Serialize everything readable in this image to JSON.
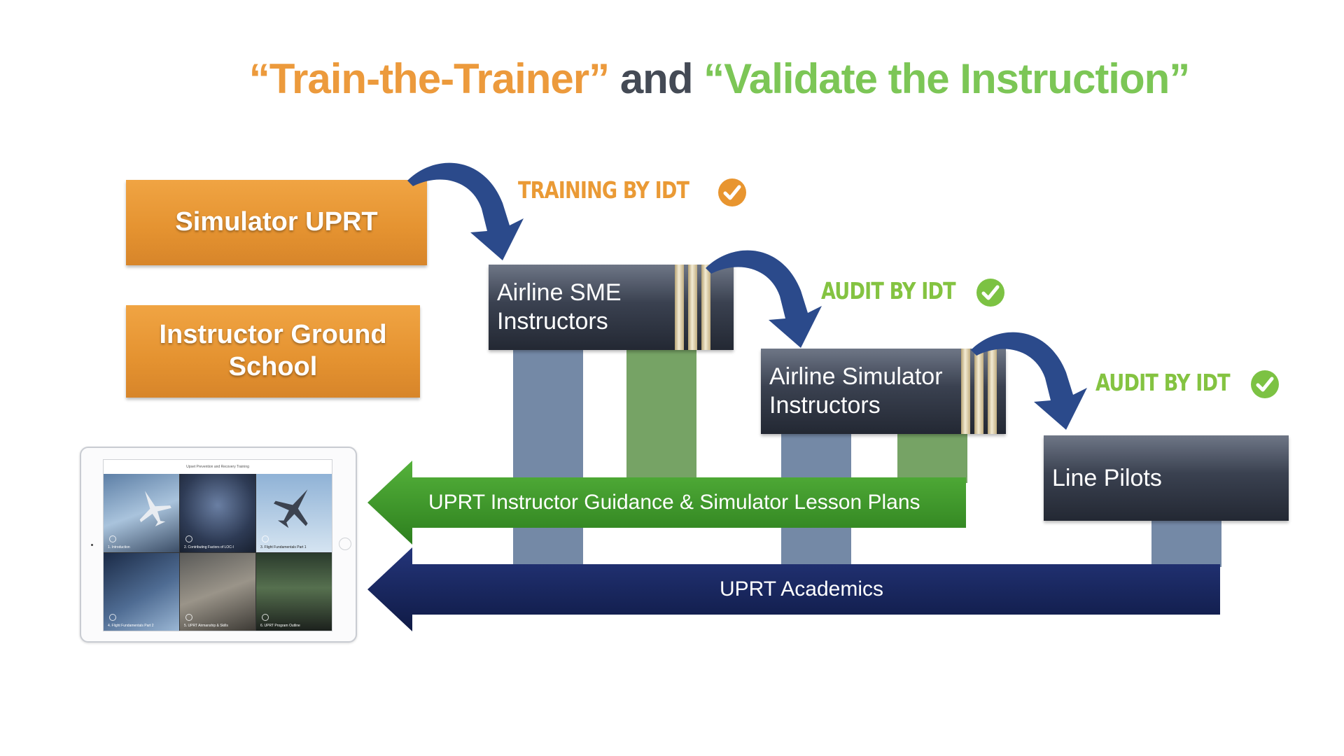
{
  "title": {
    "part1": "“Train-the-Trainer”",
    "part2": "and",
    "part3": "“Validate the Instruction”",
    "color1": "#ec9a3c",
    "color2": "#444a55",
    "color3": "#7cc656"
  },
  "boxes": {
    "simulator_uprt": "Simulator UPRT",
    "ground_school_line1": "Instructor Ground",
    "ground_school_line2": "School",
    "sme_line1": "Airline SME",
    "sme_line2": "Instructors",
    "sim_instr_line1": "Airline Simulator",
    "sim_instr_line2": "Instructors",
    "line_pilots": "Line Pilots"
  },
  "labels": {
    "training": "TRAINING BY IDT",
    "audit1": "AUDIT BY IDT",
    "audit2": "AUDIT BY IDT",
    "training_color": "#ea9a35",
    "audit_color": "#84c341"
  },
  "arrows": {
    "guidance": "UPRT Instructor Guidance & Simulator Lesson Plans",
    "academics": "UPRT Academics",
    "guidance_color": "#3f9a2a",
    "academics_color": "#15245a",
    "curve_color": "#2b4a8b"
  },
  "icons": {
    "check": "check-circle-icon",
    "curve": "curved-arrow-icon"
  },
  "tablet": {
    "header": "Upset Prevention and Recovery Training",
    "tiles": [
      "1. Introduction",
      "2. Contributing Factors of LOC-I",
      "3. Flight Fundamentals Part 1",
      "4. Flight Fundamentals Part 2",
      "5. UPRT Airmanship & Skills",
      "6. UPRT Program Outline"
    ]
  }
}
